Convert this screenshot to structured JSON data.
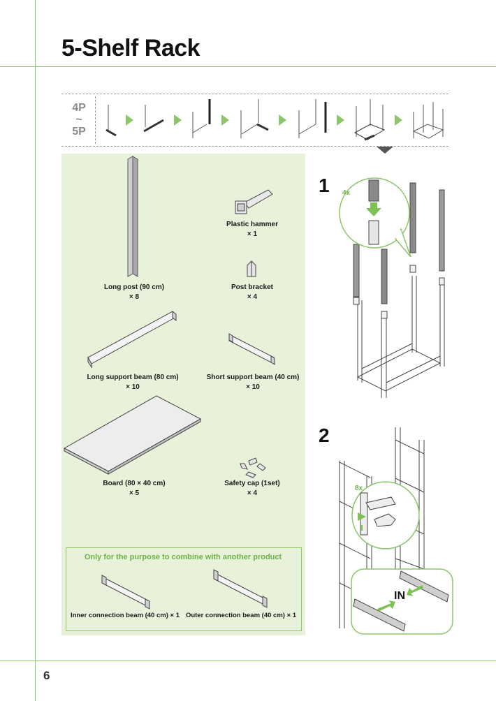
{
  "title": "5-Shelf Rack",
  "strip": {
    "range_top": "4P",
    "range_mid": "~",
    "range_bottom": "5P"
  },
  "parts": {
    "long_post": {
      "name": "Long post (90 cm)",
      "qty": "× 8"
    },
    "plastic_hammer": {
      "name": "Plastic hammer",
      "qty": "× 1"
    },
    "post_bracket": {
      "name": "Post bracket",
      "qty": "× 4"
    },
    "long_beam": {
      "name": "Long support beam (80 cm)",
      "qty": "× 10"
    },
    "short_beam": {
      "name": "Short support beam (40 cm)",
      "qty": "× 10"
    },
    "board": {
      "name": "Board (80 × 40 cm)",
      "qty": "× 5"
    },
    "safety_cap": {
      "name": "Safety cap (1set)",
      "qty": "× 4"
    }
  },
  "combo": {
    "title": "Only for the purpose to combine with another product",
    "inner": "Inner connection beam (40 cm) × 1",
    "outer": "Outer connection beam (40 cm) × 1"
  },
  "steps": [
    {
      "number": "1",
      "callout": "4x"
    },
    {
      "number": "2",
      "callout": "8x",
      "inset_label": "IN"
    }
  ],
  "page_number": "6",
  "colors": {
    "accent": "#8cc56a",
    "panel": "#e8f2da",
    "arrow": "#7cc152",
    "callout_text": "#6fb04a"
  }
}
